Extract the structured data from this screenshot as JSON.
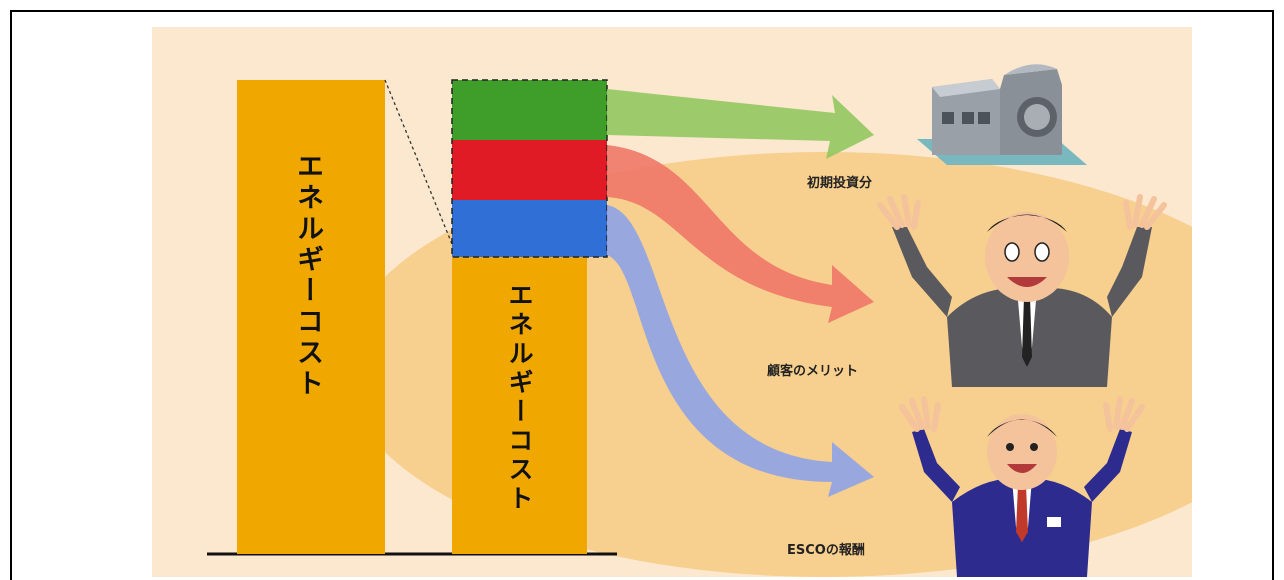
{
  "bar_before_label": "エネルギーコスト",
  "bar_after_label": "エネルギーコスト",
  "outcomes": {
    "initial_investment": "初期投資分",
    "customer_merit": "顧客のメリット",
    "esco_fee": "ESCOの報酬"
  },
  "colors": {
    "bar": "#f0a800",
    "green": "#3f9e2a",
    "red": "#e01b25",
    "blue": "#2f6fd6",
    "green_arrow": "#92c860",
    "red_arrow": "#ef7466",
    "blue_arrow": "#8da3e8"
  },
  "icons": [
    "factory-building-icon",
    "customer-businessman-icon",
    "esco-staff-icon"
  ]
}
